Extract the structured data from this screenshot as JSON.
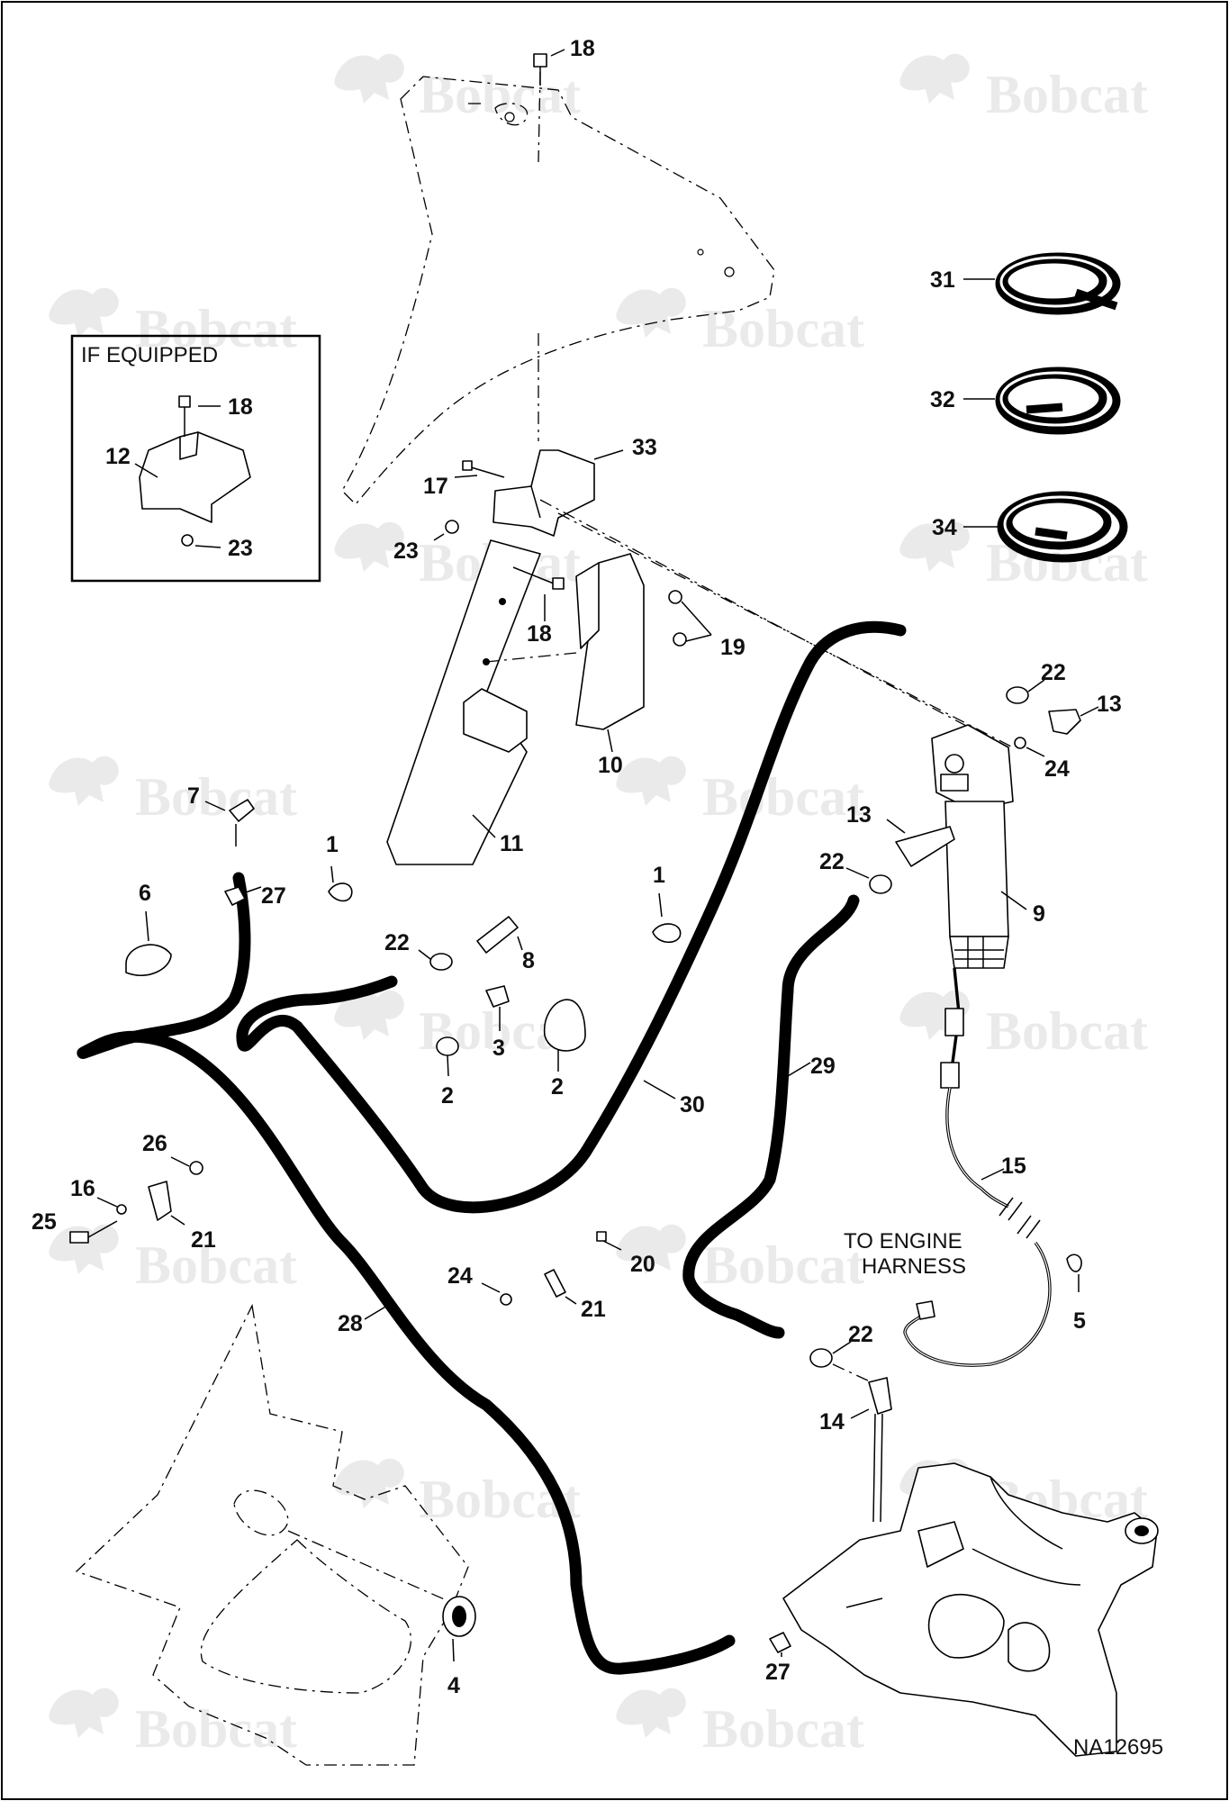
{
  "diagram": {
    "drawing_number": "NA12695",
    "watermark_text": "Bobcat",
    "inset_title": "IF EQUIPPED",
    "note_engine": [
      "TO ENGINE",
      "HARNESS"
    ],
    "callouts": {
      "c18_top": "18",
      "c31": "31",
      "c32": "32",
      "c34": "34",
      "c18_inset": "18",
      "c12": "12",
      "c23_inset": "23",
      "c17": "17",
      "c33": "33",
      "c23": "23",
      "c18": "18",
      "c19": "19",
      "c22_a": "22",
      "c13_a": "13",
      "c24_a": "24",
      "c10": "10",
      "c11": "11",
      "c7": "7",
      "c13_b": "13",
      "c22_b": "22",
      "c27_a": "27",
      "c1_a": "1",
      "c1_b": "1",
      "c9": "9",
      "c6": "6",
      "c22_c": "22",
      "c8": "8",
      "c3": "3",
      "c2_a": "2",
      "c2_b": "2",
      "c30": "30",
      "c29": "29",
      "c26": "26",
      "c16": "16",
      "c25": "25",
      "c21_a": "21",
      "c15": "15",
      "c20": "20",
      "c24_b": "24",
      "c21_b": "21",
      "c5": "5",
      "c28": "28",
      "c22_d": "22",
      "c14": "14",
      "c27_b": "27",
      "c4": "4"
    }
  }
}
